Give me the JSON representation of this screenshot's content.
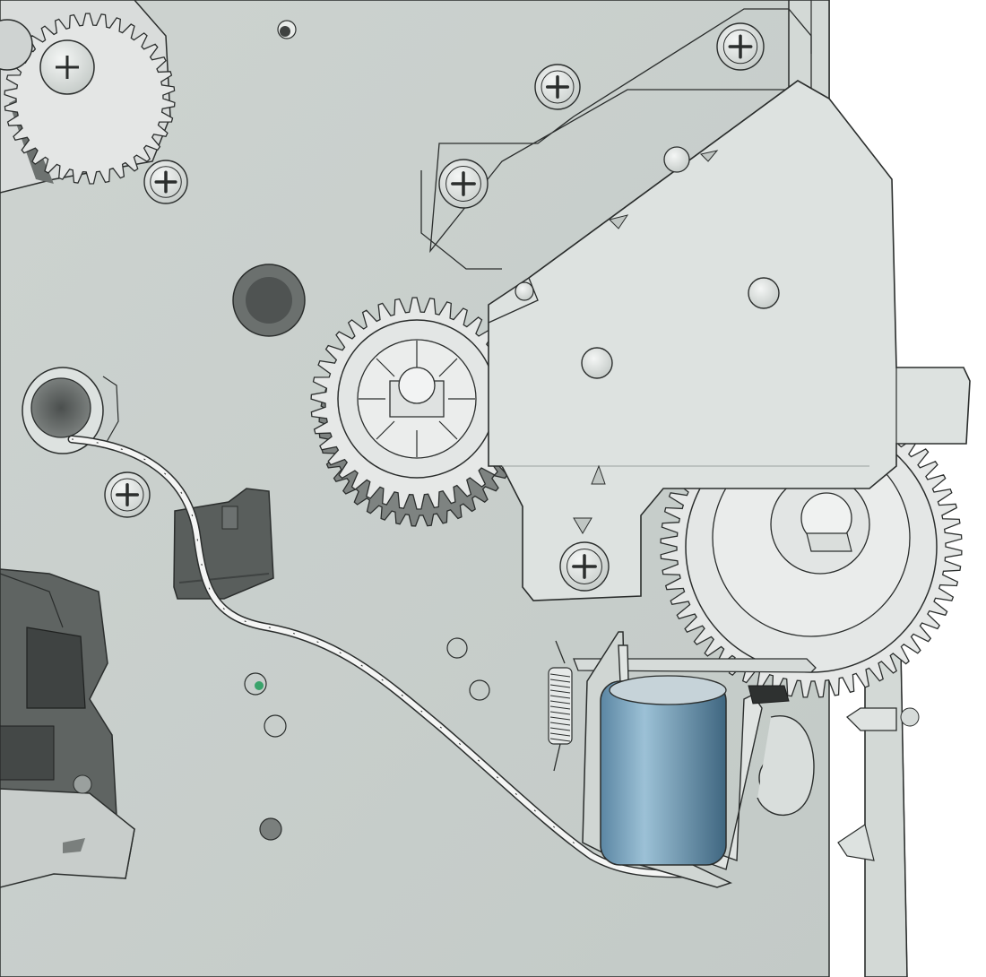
{
  "diagram": {
    "kind": "exploded technical illustration",
    "colors": {
      "background": "#ffffff",
      "plate": "#c9d0cd",
      "plate_edge": "#9aa29f",
      "bracket": "#dde2e0",
      "gear": "#e6e8e7",
      "gear_shadow": "#8c918f",
      "dark_part": "#5f6462",
      "screw": "#e8ebea",
      "solenoid_coil_light": "#a9c8db",
      "solenoid_coil_dark": "#4f7894",
      "wire": "#f4f5f4",
      "outline": "#2b2e2d"
    },
    "parts": [
      "side-frame-plate",
      "upper-left-gear-cluster",
      "center-drive-gear",
      "lower-right-drive-gear",
      "sensor-bracket",
      "solenoid-bracket",
      "solenoid-coil",
      "solenoid-spring",
      "cable-harness",
      "connector-holder",
      "cable-grommet",
      "mounting-screws",
      "left-mechanism-assembly"
    ]
  }
}
